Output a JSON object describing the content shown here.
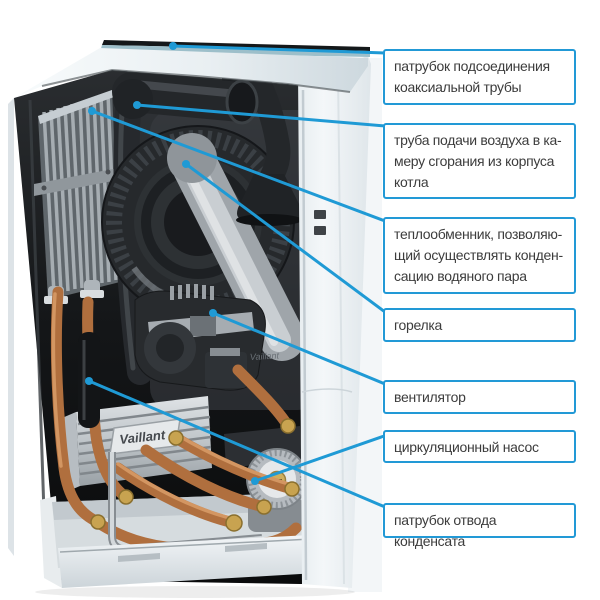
{
  "diagram": {
    "accent_color": "#1f9ad5",
    "label_text_color": "#3c3c3c",
    "labels": [
      {
        "id": "coaxial-pipe-connection",
        "text": "патрубок подсоединения\nкоаксиальной трубы"
      },
      {
        "id": "air-supply-pipe",
        "text": "труба подачи воздуха в ка-\nмеру сгорания из корпуса\nкотла"
      },
      {
        "id": "heat-exchanger",
        "text": "теплообменник, позволяю-\nщий осуществлять конден-\nсацию водяного пара"
      },
      {
        "id": "burner",
        "text": "горелка"
      },
      {
        "id": "fan",
        "text": "вентилятор"
      },
      {
        "id": "circulation-pump",
        "text": "циркуляционный насос"
      },
      {
        "id": "condensate-drain",
        "text": "патрубок отвода конденсата"
      }
    ]
  },
  "boiler": {
    "brand": "Vaillant"
  }
}
